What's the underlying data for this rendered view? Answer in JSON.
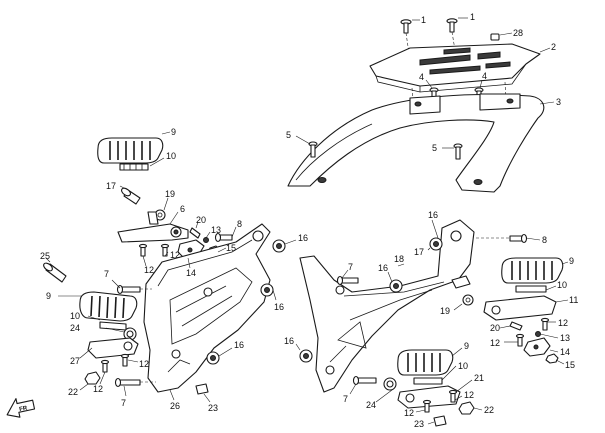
{
  "diagram": {
    "callouts": {
      "c1a": "1",
      "c1b": "1",
      "c28": "28",
      "c2": "2",
      "c3": "3",
      "c4a": "4",
      "c4b": "4",
      "c5a": "5",
      "c5b": "5",
      "c9a": "9",
      "c10a": "10",
      "c17a": "17",
      "c19a": "19",
      "c6": "6",
      "c20a": "20",
      "c13a": "13",
      "c8a": "8",
      "c12a": "12",
      "c12b": "12",
      "c14a": "14",
      "c15a": "15",
      "c16a": "16",
      "c25": "25",
      "c7a": "7",
      "c9b": "9",
      "c16b": "16",
      "c10b": "10",
      "c24a": "24",
      "c27": "27",
      "c12c": "12",
      "c16c": "16",
      "c22a": "22",
      "c12d": "12",
      "c7b": "7",
      "c26": "26",
      "c23a": "23",
      "c16d": "16",
      "c17b": "17",
      "c8b": "8",
      "c7c": "7",
      "c16e": "16",
      "c18": "18",
      "c9c": "9",
      "c10c": "10",
      "c11": "11",
      "c19b": "19",
      "c20b": "20",
      "c12e": "12",
      "c13b": "13",
      "c12f": "12",
      "c14b": "14",
      "c15b": "15",
      "c16f": "16",
      "c9d": "9",
      "c10d": "10",
      "c7d": "7",
      "c24b": "24",
      "c21": "21",
      "c12g": "12",
      "c12h": "12",
      "c22b": "22",
      "c23b": "23"
    },
    "front_marker": "FR"
  }
}
